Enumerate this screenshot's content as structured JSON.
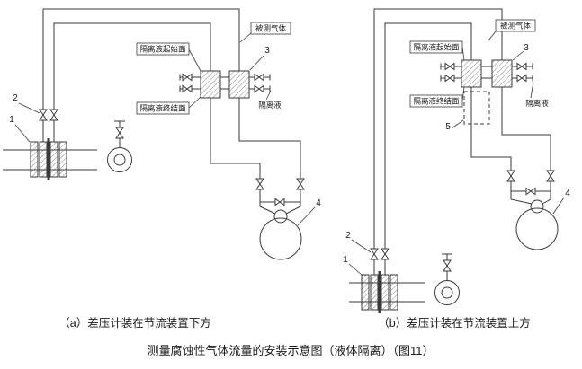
{
  "figure": {
    "background_color": "#ffffff",
    "line_color": "#3a3a3a",
    "diagram_a": {
      "caption": "（a）差压计装在节流装置下方",
      "labels": {
        "measured_gas": "被测气体",
        "isolation_liquid_start": "隔离液起始面",
        "isolation_liquid_end": "隔离液终结面",
        "isolation_liquid": "隔离液"
      },
      "part_numbers": {
        "n1": "1",
        "n2": "2",
        "n3": "3",
        "n4": "4"
      }
    },
    "diagram_b": {
      "caption": "（b）差压计装在节流装置上方",
      "labels": {
        "measured_gas": "被测气体",
        "isolation_liquid_start": "隔离液起始面",
        "isolation_liquid_end": "隔离液终结面",
        "isolation_liquid": "隔离液"
      },
      "part_numbers": {
        "n1": "1",
        "n2": "2",
        "n3": "3",
        "n4": "4",
        "n5": "5"
      }
    },
    "main_caption": "测量腐蚀性气体流量的安装示意图（液体隔离）（图11）"
  }
}
